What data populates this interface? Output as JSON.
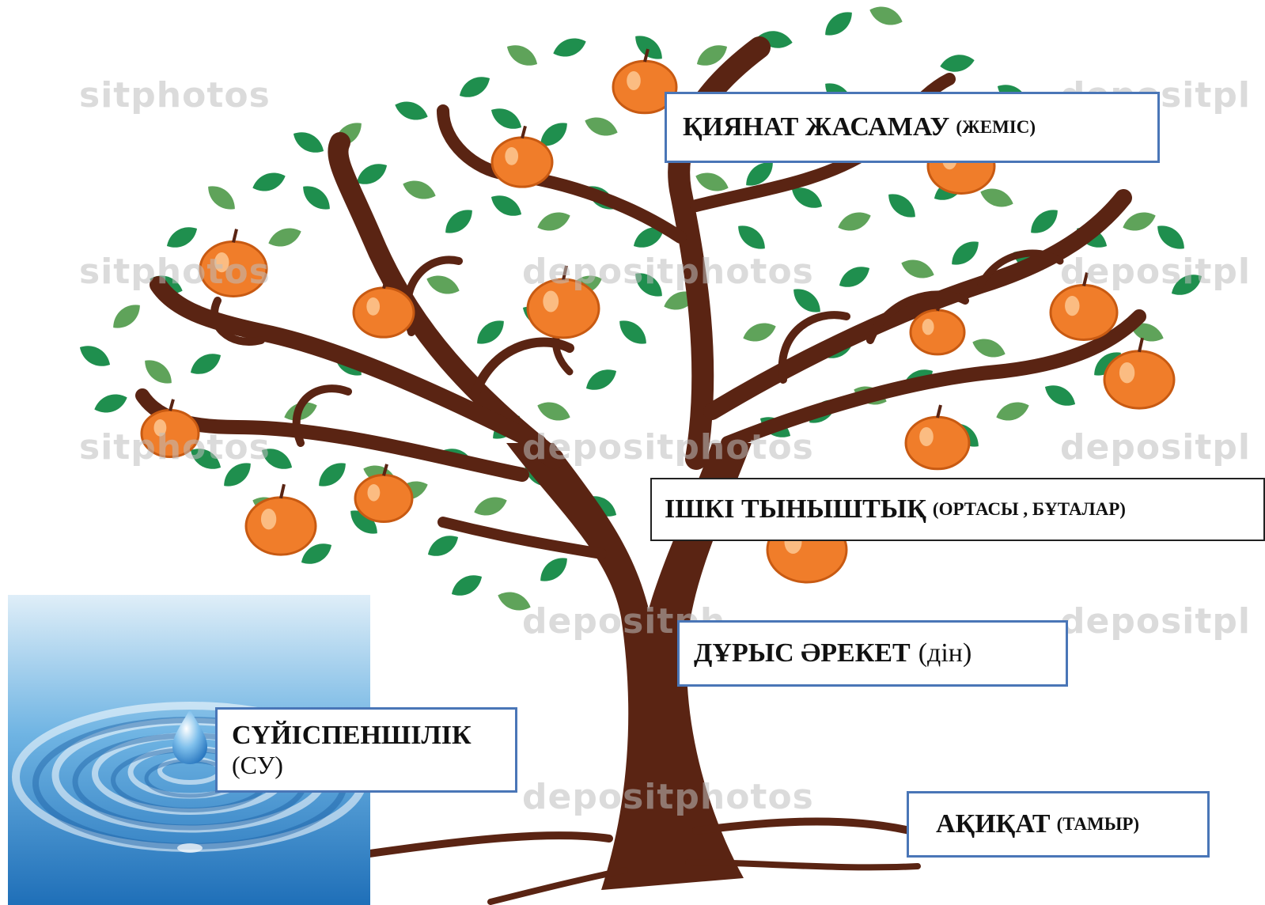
{
  "colors": {
    "trunk": "#5a2413",
    "leaf_dark": "#1f8f4e",
    "leaf_light": "#5fa35a",
    "apple": "#f07d2a",
    "label_border": "#4a76b7",
    "water": "#3a8fd0"
  },
  "watermark": {
    "text1": "sitphotos",
    "text2": "depositphotos",
    "text3": "depositph",
    "text4": "depositpl"
  },
  "labels": {
    "fruit": {
      "main": "ҚИЯНАТ ЖАСАМАУ",
      "sub": "(ЖЕМІС)"
    },
    "branches": {
      "main": "ІШКІ ТЫНЫШТЫҚ",
      "sub": "(ОРТАСЫ , БҰТАЛАР)"
    },
    "trunk": {
      "main": "ДҰРЫС ӘРЕКЕТ",
      "sub": "(дін)"
    },
    "roots": {
      "main": "АҚИҚАТ",
      "sub": "(ТАМЫР)"
    },
    "water": {
      "main": "СҮЙІСПЕНШІЛІК",
      "sub": "(СУ)"
    }
  }
}
